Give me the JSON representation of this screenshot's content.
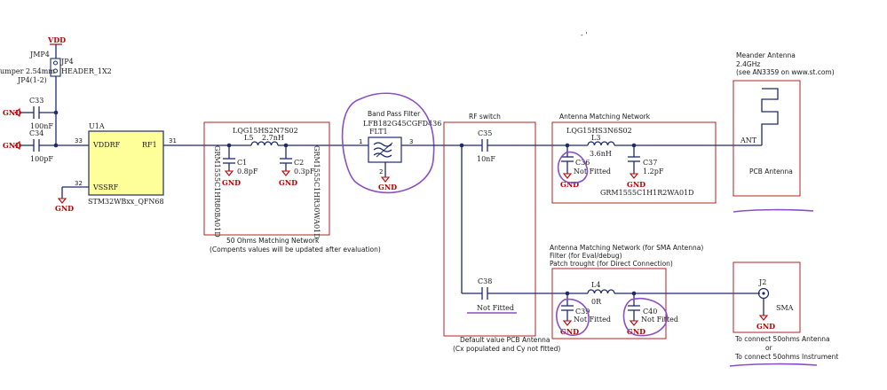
{
  "power": {
    "vdd": "VDD",
    "gnd": "GND"
  },
  "jumper": {
    "ref": "JMP4",
    "jp": "JP4",
    "size": "umper 2.54mm",
    "header": "HEADER_1X2",
    "pos": "JP4(1-2)"
  },
  "caps_left": [
    {
      "ref": "C33",
      "value": "100nF"
    },
    {
      "ref": "C34",
      "value": "100pF"
    }
  ],
  "ic": {
    "ref": "U1A",
    "part": "STM32WBxx_QFN68",
    "pin_vdd": "VDDRF",
    "pin_vss": "VSSRF",
    "pin_rf": "RF1",
    "num_33": "33",
    "num_32": "32",
    "num_31": "31"
  },
  "match50": {
    "inductor_part": "LQG15HS2N7S02",
    "inductor_ref": "L5",
    "inductor_val": "2.7nH",
    "c1_ref": "C1",
    "c1_val": "0.8pF",
    "c1_part": "GRM1555C1HR80BA01D",
    "c2_ref": "C2",
    "c2_val": "0.3pF",
    "c2_part": "GRM1555C1HR30WA01D",
    "title": "50 Ohms Matching Network",
    "note": "(Compents values will be updated after evaluation)"
  },
  "bpf": {
    "title": "Band Pass Filter",
    "part": "LFB182G45CGFD436",
    "ref": "FLT1",
    "pin1": "1",
    "pin2": "2",
    "pin3": "3"
  },
  "rfswitch": {
    "title": "RF switch",
    "c35_ref": "C35",
    "c35_val": "10nF",
    "c38_ref": "C38",
    "c38_val": "Not Fitted",
    "note1": "Default value PCB Antenna",
    "note2": "(Cx populated and Cy not fitted)"
  },
  "ant_match": {
    "title": "Antenna Matching Network",
    "inductor_part": "LQG15HS3N6S02",
    "inductor_ref": "L3",
    "inductor_val": "3.6nH",
    "c36_ref": "C36",
    "c36_val": "Not Fitted",
    "c37_ref": "C37",
    "c37_val": "1.2pF",
    "c37_part": "GRM1555C1H1R2WA01D"
  },
  "sma_match": {
    "title1": "Antenna Matching Network (for SMA Antenna)",
    "title2": "Filter (for Eval/debug)",
    "title3": "Patch trought (for Direct Connection)",
    "l4_ref": "L4",
    "l4_val": "0R",
    "c39_ref": "C39",
    "c39_val": "Not Fitted",
    "c40_ref": "C40",
    "c40_val": "Not Fitted"
  },
  "pcb_antenna": {
    "title": "Meander Antenna",
    "freq": "2.4GHz",
    "ref_note": "(see AN3359 on www.st.com)",
    "net": "ANT",
    "label": "PCB Antenna"
  },
  "sma": {
    "ref": "J2",
    "label": "SMA",
    "note1": "To connect 50ohms Antenna",
    "note2": "or",
    "note3": "To connect 50ohms Instrument"
  },
  "stray_mark": "- '"
}
